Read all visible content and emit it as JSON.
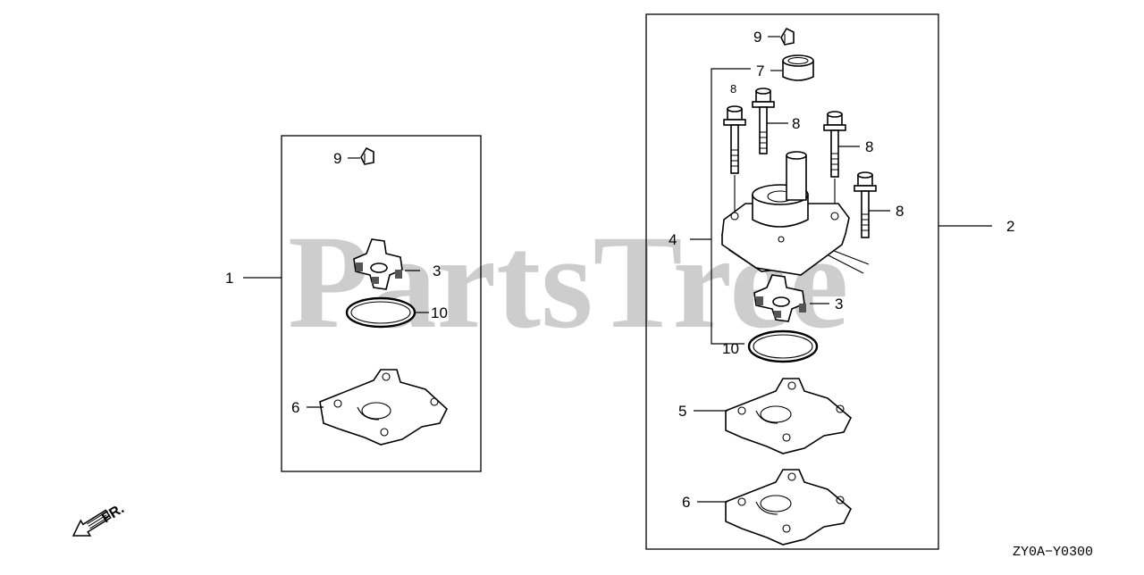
{
  "watermark": "PartsTree",
  "diagram_code": "ZY0A−Y0300",
  "direction_marker": {
    "label": "FR.",
    "icon": "front-direction-arrow-icon"
  },
  "left_kit": {
    "callouts": {
      "kit": "1",
      "clip": "9",
      "impeller": "3",
      "o_ring": "10",
      "gasket": "6"
    }
  },
  "right_kit": {
    "callouts": {
      "kit": "2",
      "clip": "9",
      "bushing": "7",
      "housing": "4",
      "bolt_a": "8",
      "bolt_b": "8",
      "bolt_c": "8",
      "bolt_d": "8",
      "impeller": "3",
      "o_ring": "10",
      "plate": "5",
      "gasket": "6"
    }
  }
}
